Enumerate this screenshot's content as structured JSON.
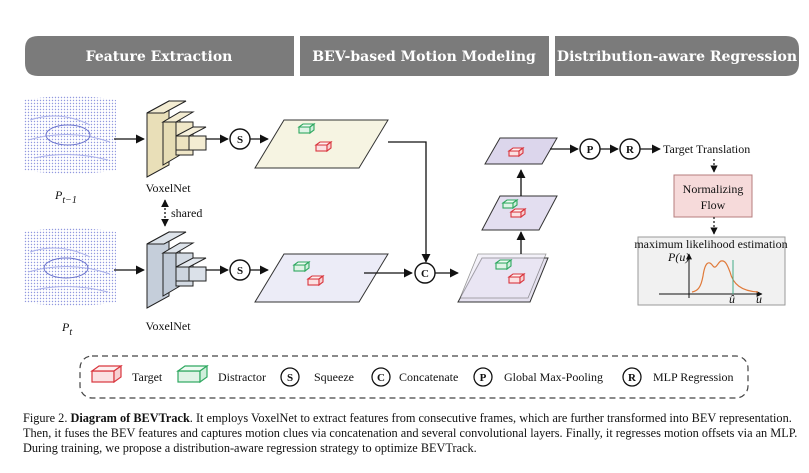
{
  "stages": [
    "Feature Extraction",
    "BEV-based Motion Modeling",
    "Distribution-aware Regression"
  ],
  "frames": {
    "prev": "P",
    "prev_sub": "t−1",
    "curr": "P",
    "curr_sub": "t"
  },
  "encoder": {
    "top": "VoxelNet",
    "bottom": "VoxelNet",
    "shared": "shared"
  },
  "ops": {
    "squeeze": "S",
    "concat": "C",
    "pool": "P",
    "mlp": "R"
  },
  "outputs": {
    "translation": "Target Translation",
    "flow_line1": "Normalizing",
    "flow_line2": "Flow",
    "mle_title": "maximum likelihood estimation",
    "pu": "P(u)",
    "uhat": "û",
    "u": "u"
  },
  "legend": {
    "target": "Target",
    "distractor": "Distractor",
    "s": "S",
    "squeeze": "Squeeze",
    "c": "C",
    "concatenate": "Concatenate",
    "p": "P",
    "pool": "Global Max-Pooling",
    "r": "R",
    "mlp": "MLP Regression"
  },
  "caption": {
    "label": "Figure 2.",
    "title": "Diagram of BEVTrack",
    "text": ". It employs VoxelNet to extract features from consecutive frames, which are further transformed into BEV representation. Then, it fuses the BEV features and captures motion clues via concatenation and several convolutional layers. Finally, it regresses motion offsets via an MLP. During training, we propose a distribution-aware regression strategy to optimize BEVTrack."
  },
  "colors": {
    "header": "#7b7b7b",
    "target": "#d9363e",
    "distractor": "#2fa860",
    "bev_top": "#f6f4e2",
    "bev_bottom": "#ececf7",
    "voxel_top": "#e9dfb8",
    "voxel_bottom": "#c5ceda",
    "flow_box": "#f6dada"
  }
}
